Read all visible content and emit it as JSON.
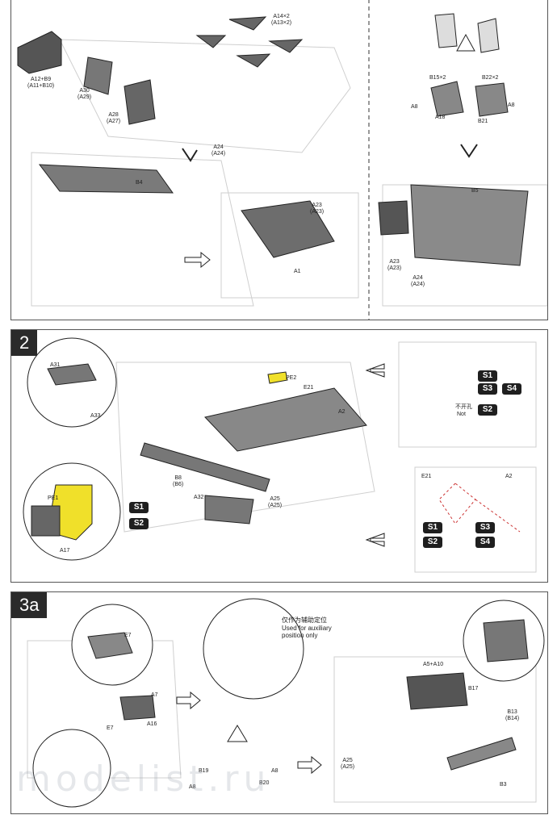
{
  "step1": {
    "labels": {
      "a12": "A12+B9\n(A11+B10)",
      "a30": "A30\n(A29)",
      "a28": "A28\n(A27)",
      "a14": "A14×2\n(A13×2)",
      "a24top": "A24\n(A24)",
      "b4": "B4",
      "a23": "A23\n(A23)",
      "a1": "A1",
      "b15": "B15×2",
      "b22": "B22×2",
      "a8l": "A8",
      "a8r": "A8",
      "a18": "A18",
      "b21": "B21",
      "b5": "B5",
      "a23r": "A23\n(A23)",
      "a24r": "A24\n(A24)"
    }
  },
  "step2": {
    "number": "2",
    "labels": {
      "a31": "A31",
      "a33": "A33",
      "pe2": "PE2",
      "e21": "E21",
      "a2": "A2",
      "b8": "B8\n(B6)",
      "a32": "A32",
      "a25": "A25\n(A25)",
      "pe1": "PE1",
      "a17": "A17",
      "not_cn": "不开孔",
      "not_en": "Not",
      "e21b": "E21",
      "a2b": "A2"
    },
    "badges": [
      "S1",
      "S2",
      "S3",
      "S4",
      "S1",
      "S2",
      "S1",
      "S2",
      "S3",
      "S4"
    ]
  },
  "step3a": {
    "number": "3a",
    "labels": {
      "e7a": "E7",
      "a7": "A7",
      "e7b": "E7",
      "a16": "A16",
      "a5": "A5+A10",
      "b17": "B17",
      "b13": "B13\n(B14)",
      "a25": "A25\n(A25)",
      "b3": "B3",
      "b19": "B19",
      "a8a": "A8",
      "a8b": "A8",
      "b20": "B20"
    },
    "note_cn": "仅作为辅助定位",
    "note_en1": "Used for auxiliary",
    "note_en2": "position only"
  },
  "watermark": "modelist.ru"
}
